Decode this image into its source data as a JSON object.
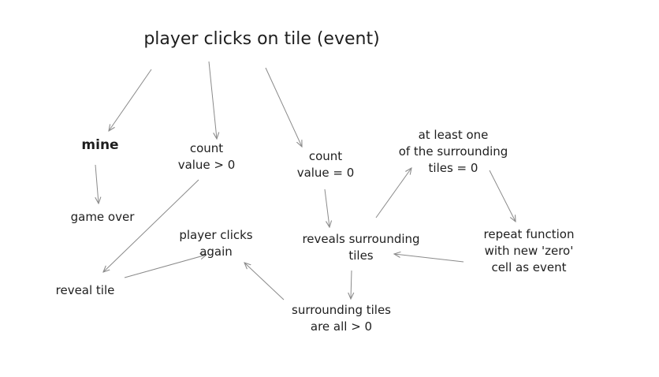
{
  "nodes": {
    "title": "player clicks on tile (event)",
    "mine": "mine",
    "count_gt0": [
      "count",
      "value > 0"
    ],
    "count_eq0": [
      "count",
      "value = 0"
    ],
    "at_least_one": [
      "at least one",
      "of the surrounding",
      "tiles = 0"
    ],
    "game_over": "game over",
    "player_clicks_again": [
      "player clicks",
      "again"
    ],
    "reveals_surrounding": [
      "reveals surrounding",
      "tiles"
    ],
    "repeat_function": [
      "repeat function",
      "with new 'zero'",
      "cell as event"
    ],
    "reveal_tile": "reveal tile",
    "surrounding_gt0": [
      "surrounding tiles",
      "are all > 0"
    ]
  },
  "style": {
    "arrow_color": "#8a8a8a",
    "text_color": "#1e1e1e"
  }
}
